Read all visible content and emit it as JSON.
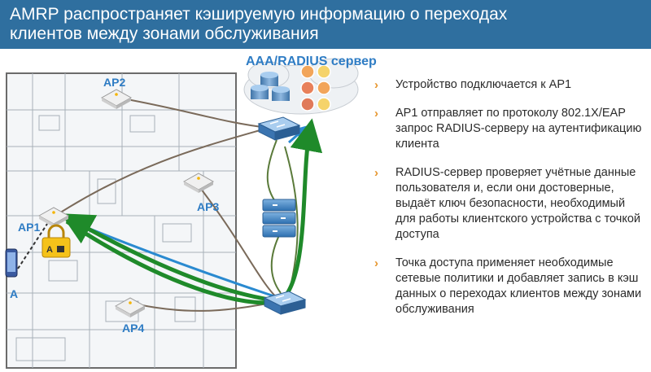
{
  "title": {
    "line1": "AMRP распространяет кэшируемую информацию о переходах",
    "line2": "клиентов между зонами обслуживания"
  },
  "diagram": {
    "server_label": "AAA/RADIUS сервер",
    "ap_labels": [
      "AP2",
      "AP3",
      "AP1",
      "AP4"
    ],
    "client_label": "A",
    "lock_label": "A"
  },
  "bullets": [
    "Устройство подключается к AP1",
    "AP1 отправляет по протоколу 802.1X/EAP запрос RADIUS-серверу на аутентификацию клиента",
    "RADIUS-сервер проверяет учётные данные пользователя и, если они достоверные, выдаёт ключ безопасности, необходимый для работы клиентского устройства с точкой доступа",
    "Точка доступа применяет необходимые сетевые политики и добавляет запись в кэш данных о переходах клиентов между зонами обслуживания"
  ],
  "colors": {
    "title_bg": "#2f6f9f",
    "accent_blue": "#2a8ad0",
    "path_green": "#1f8a2a",
    "bullet_chevron": "#e6962e",
    "label_blue": "#2e7cc4"
  }
}
